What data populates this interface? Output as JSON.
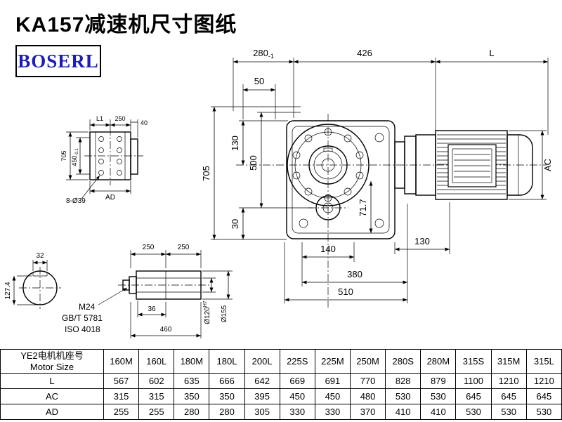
{
  "page": {
    "title": "KA157减速机尺寸图纸",
    "logo": "BOSERL"
  },
  "colors": {
    "logo_text": "#1c1cb8",
    "line": "#000000",
    "background": "#ffffff"
  },
  "dims": {
    "top_280": "280",
    "top_280_tol": "-1",
    "top_426": "426",
    "top_L": "L",
    "top_50": "50",
    "left_705": "705",
    "left_130": "130",
    "left_500": "500",
    "left_30": "30",
    "inner_717": "71.7",
    "bot_140": "140",
    "bot_130": "130",
    "bot_380": "380",
    "bot_510": "510",
    "right_AC": "AC",
    "fv_L1": "L1",
    "fv_250": "250",
    "fv_40": "40",
    "fv_705": "705",
    "fv_450": "450",
    "fv_450_tol": "-0.1",
    "fv_holes": "8-Ø39",
    "fv_AD": "AD",
    "ev_32": "32",
    "ev_1274": "127.4",
    "ss_250a": "250",
    "ss_250b": "250",
    "ss_m24": "M24",
    "ss_gbt": "GB/T 5781",
    "ss_iso": "ISO 4018",
    "ss_36": "36",
    "ss_460": "460",
    "ss_d120": "Ø120",
    "ss_d120_sup": "H7",
    "ss_d155": "Ø155"
  },
  "table": {
    "header_cn": "YE2电机机座号",
    "header_en": "Motor Size",
    "sizes": [
      "160M",
      "160L",
      "180M",
      "180L",
      "200L",
      "225S",
      "225M",
      "250M",
      "280S",
      "280M",
      "315S",
      "315M",
      "315L"
    ],
    "rows": [
      {
        "label": "L",
        "values": [
          "567",
          "602",
          "635",
          "666",
          "642",
          "669",
          "691",
          "770",
          "828",
          "879",
          "1100",
          "1210",
          "1210"
        ]
      },
      {
        "label": "AC",
        "values": [
          "315",
          "315",
          "350",
          "350",
          "395",
          "450",
          "450",
          "480",
          "530",
          "530",
          "645",
          "645",
          "645"
        ]
      },
      {
        "label": "AD",
        "values": [
          "255",
          "255",
          "280",
          "280",
          "305",
          "330",
          "330",
          "370",
          "410",
          "410",
          "530",
          "530",
          "530"
        ]
      }
    ]
  }
}
